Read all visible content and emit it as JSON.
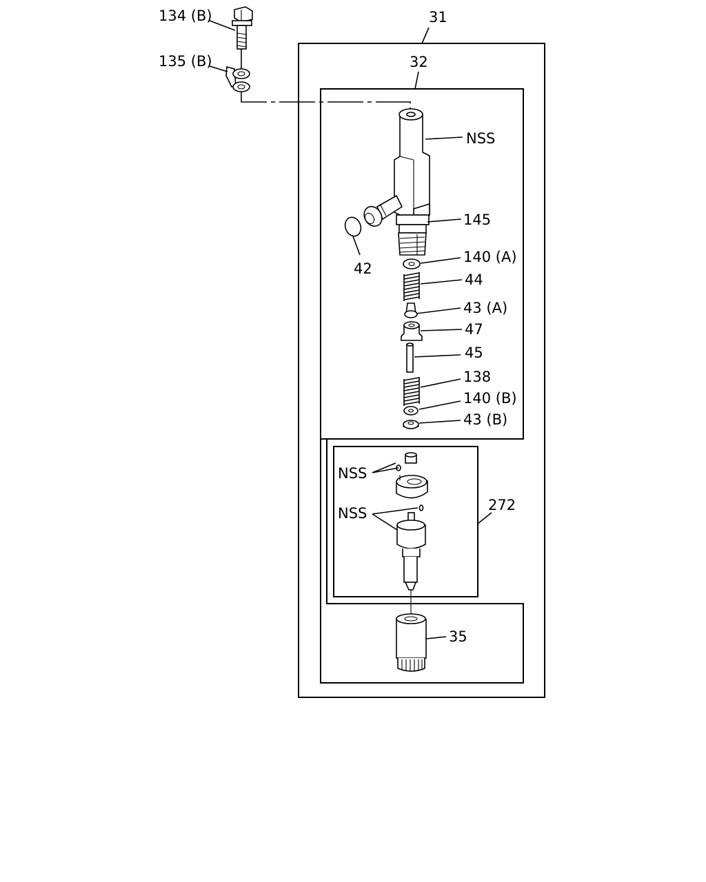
{
  "labels": {
    "bolt": "134 (B)",
    "clamp": "135 (B)",
    "injector_assy": "31",
    "holder_assy": "32",
    "holder_body": "NSS",
    "o_ring": "42",
    "part_145": "145",
    "washer_a": "140 (A)",
    "spring_44": "44",
    "seat_a": "43 (A)",
    "part_47": "47",
    "rod_45": "45",
    "spring_138": "138",
    "washer_b": "140 (B)",
    "seat_b": "43 (B)",
    "spacer_nss": "NSS",
    "nozzle_nss": "NSS",
    "nozzle_kit": "272",
    "retaining_nut": "35"
  }
}
